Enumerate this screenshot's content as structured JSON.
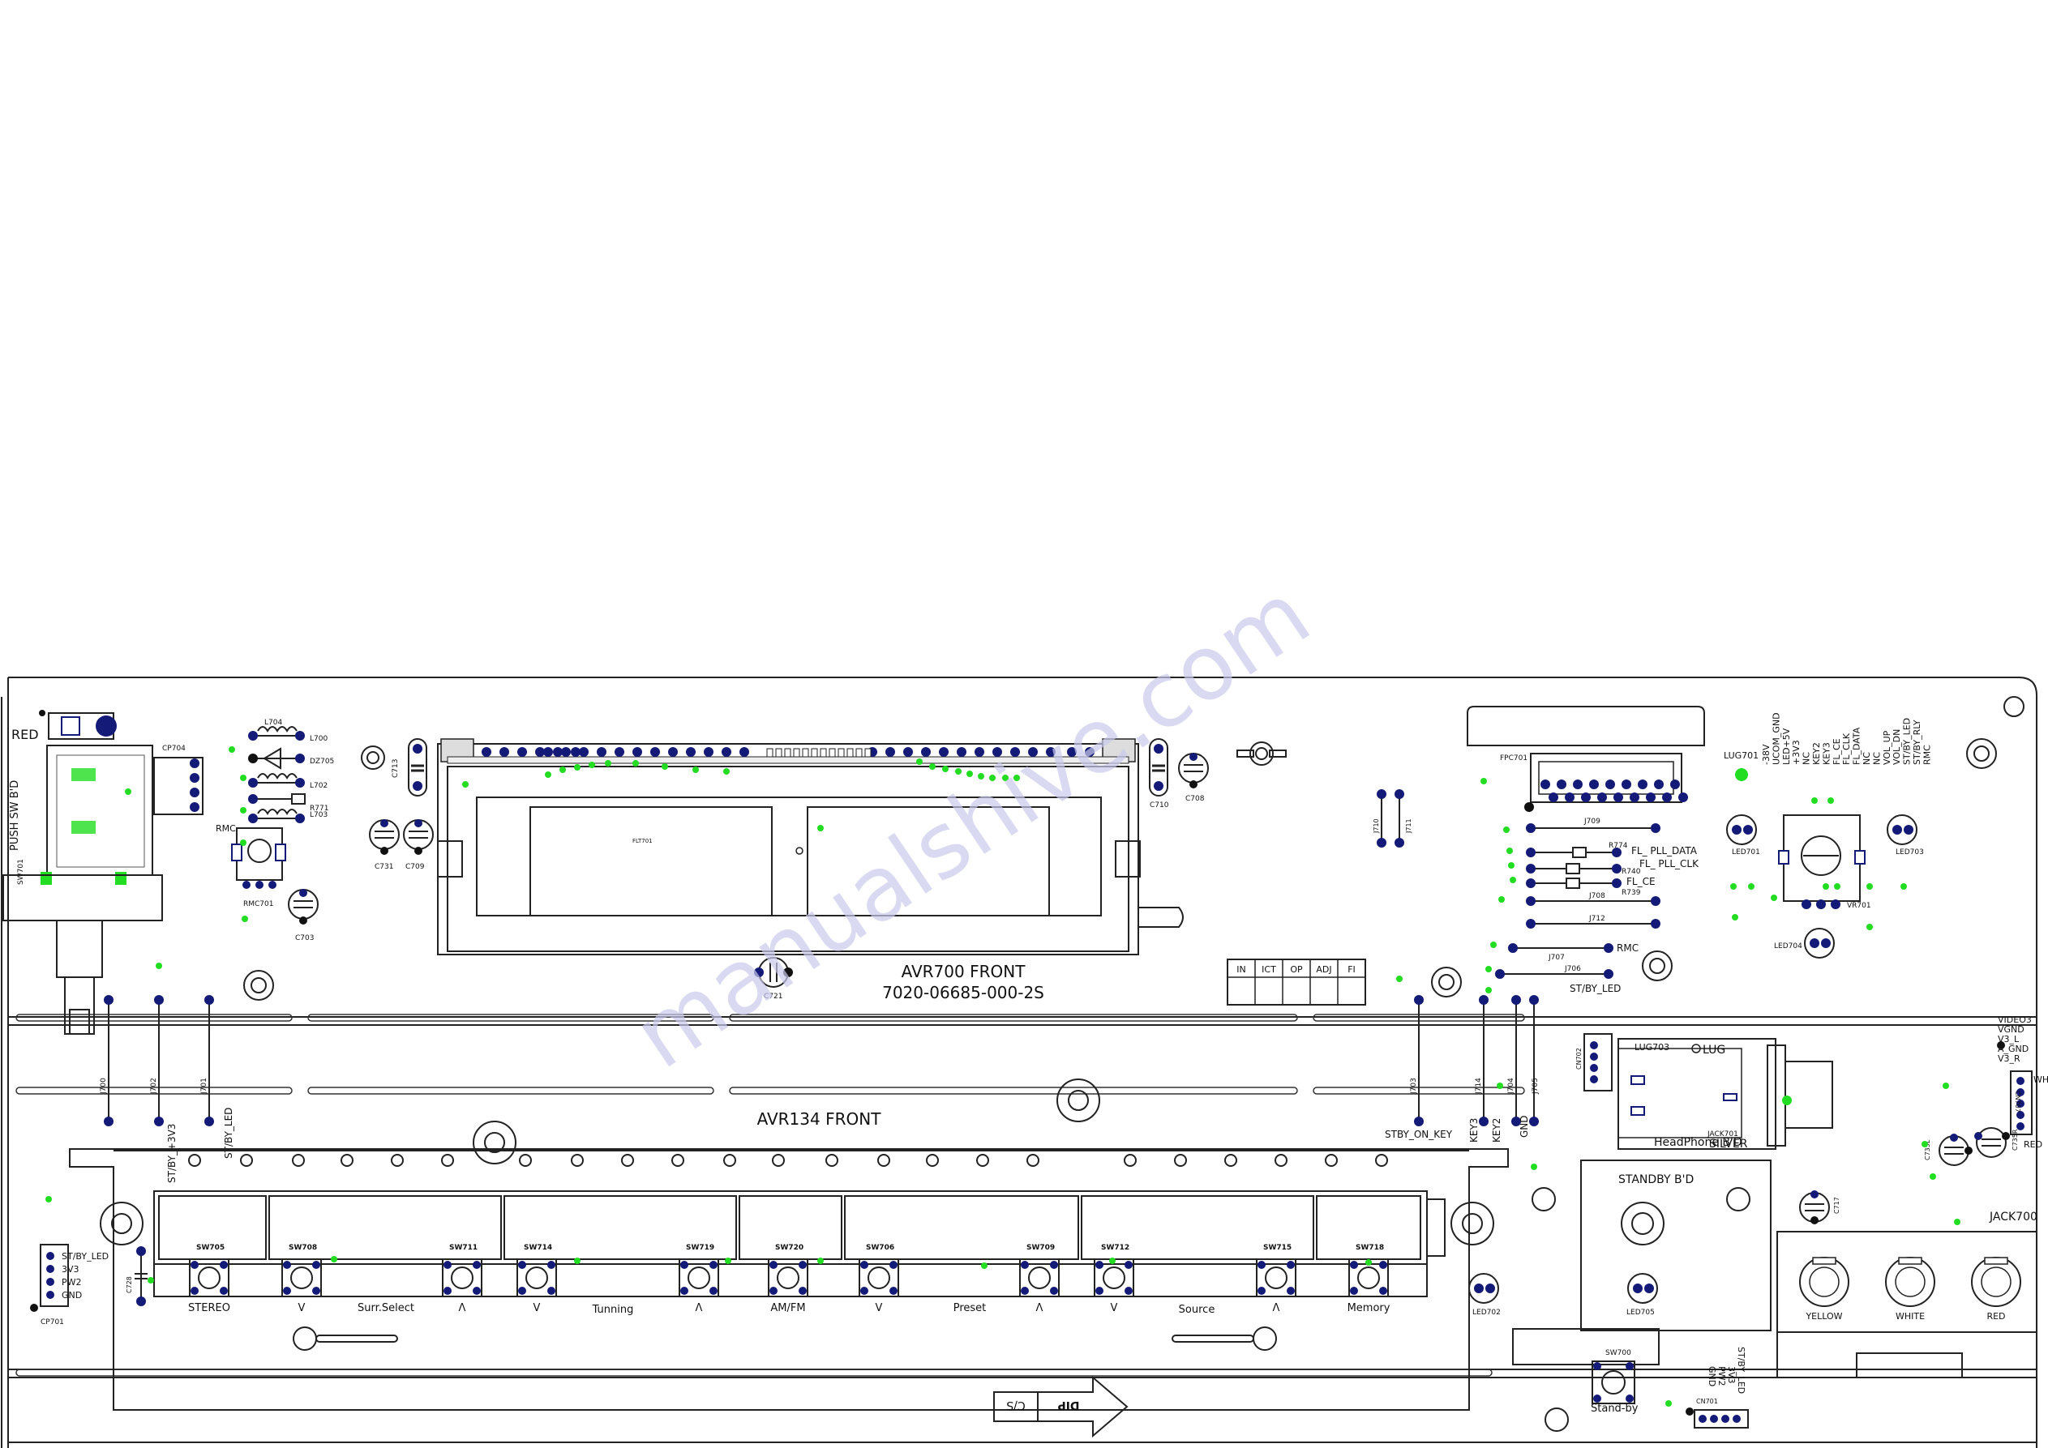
{
  "watermark": "manualshive.com",
  "board": {
    "top_title": "AVR700 FRONT",
    "top_part_no": "7020-06685-000-2S",
    "bottom_title": "AVR134 FRONT",
    "flip_arrow_left": "C/S",
    "flip_arrow_right": "DIP"
  },
  "check_table": [
    "IN",
    "ICT",
    "OP",
    "ADJ",
    "FI"
  ],
  "labels": {
    "red": "RED",
    "push_sw": "PUSH SW B'D",
    "sw701": "SW701",
    "cp704": "CP704",
    "rmc": "RMC",
    "rmc701": "RMC701",
    "c703": "C703",
    "l704": "L704",
    "l700": "L700",
    "dz705": "DZ705",
    "l702": "L702",
    "r771": "R771",
    "l703": "L703",
    "c731": "C731",
    "c709": "C709",
    "c713": "C713",
    "c710": "C710",
    "c708": "C708",
    "flt701": "FLT701",
    "c721": "C721",
    "fpc701": "FPC701",
    "lug701": "LUG701",
    "j709": "J709",
    "r774": "R774",
    "fl_pll_data": "FL_ PLL_DATA",
    "fl_pll_clk": "FL_ PLL_CLK",
    "r740": "R740",
    "fl_ce": "FL_CE",
    "r739": "R739",
    "j708": "J708",
    "j712": "J712",
    "j707": "J707",
    "rmc2": "RMC",
    "j706": "J706",
    "stby_led": "ST/BY_LED",
    "j710": "J710",
    "j711": "J711",
    "led701": "LED701",
    "led703": "LED703",
    "led704": "LED704",
    "vr701": "VR701",
    "fpc_pins": [
      "-38V",
      "UCOM_GND",
      "LED+5V",
      "+3V3",
      "NC",
      "KEY2",
      "KEY3",
      "FL_CE",
      "FL_CLK",
      "FL_DATA",
      "NC",
      "NC",
      "VOL_UP",
      "VOL_DN",
      "ST/BY_LED",
      "ST/BY_RLY",
      "RMC"
    ],
    "j700": "J700",
    "j702": "J702",
    "j701": "J701",
    "st_by_3v3": "ST/BY_+3V3",
    "st_by_led2": "ST/BY_LED",
    "j703": "J703",
    "j714": "J714",
    "j704": "J704",
    "j705": "J705",
    "stby_on_key": "STBY_ON_KEY",
    "key3": "KEY3",
    "key2": "KEY2",
    "gnd": "GND",
    "cn702": "CN702",
    "lug703": "LUG703",
    "lug": "LUG",
    "jack701": "JACK701",
    "headphone_bd": "HeadPhone B'D",
    "silver": "SILVER",
    "video_pins": [
      "VIDEO3",
      "VGND",
      "V3_L",
      "A_GND",
      "V3_R"
    ],
    "wh": "WH",
    "cn707": "CN707",
    "red2": "RED",
    "c735l": "C735L",
    "c735r": "C735R",
    "c717": "C717",
    "jack700": "JACK700",
    "standby_bd": "STANDBY B'D",
    "led702": "LED702",
    "led705": "LED705",
    "sw700": "SW700",
    "stand_by": "Stand-by",
    "cn701": "CN701",
    "cn701_pins": [
      "ST/BY_LED",
      "3V3",
      "PW2",
      "GND"
    ],
    "cp701": "CP701",
    "cp701_pins": [
      "ST/BY_LED",
      "3V3",
      "PW2",
      "GND"
    ],
    "c728": "C728",
    "yellow": "YELLOW",
    "white": "WHITE",
    "red3": "RED"
  },
  "switches": [
    {
      "ref": "SW705",
      "caption": "STEREO"
    },
    {
      "ref": "SW708",
      "caption": "V"
    },
    {
      "ref": "SW711",
      "caption": "Λ"
    },
    {
      "ref": "SW714",
      "caption": "V"
    },
    {
      "ref": "SW719",
      "caption": "Λ"
    },
    {
      "ref": "SW720",
      "caption": "AM/FM"
    },
    {
      "ref": "SW706",
      "caption": "V"
    },
    {
      "ref": "SW709",
      "caption": "Λ"
    },
    {
      "ref": "SW712",
      "caption": "V"
    },
    {
      "ref": "SW715",
      "caption": "Λ"
    },
    {
      "ref": "SW718",
      "caption": "Memory"
    }
  ],
  "group_captions": [
    "Surr.Select",
    "Tunning",
    "Preset",
    "Source"
  ],
  "colors": {
    "pad": "#141a78",
    "green_dot": "#22dd22",
    "outline": "#222222",
    "watermark": "#c9cbec"
  }
}
